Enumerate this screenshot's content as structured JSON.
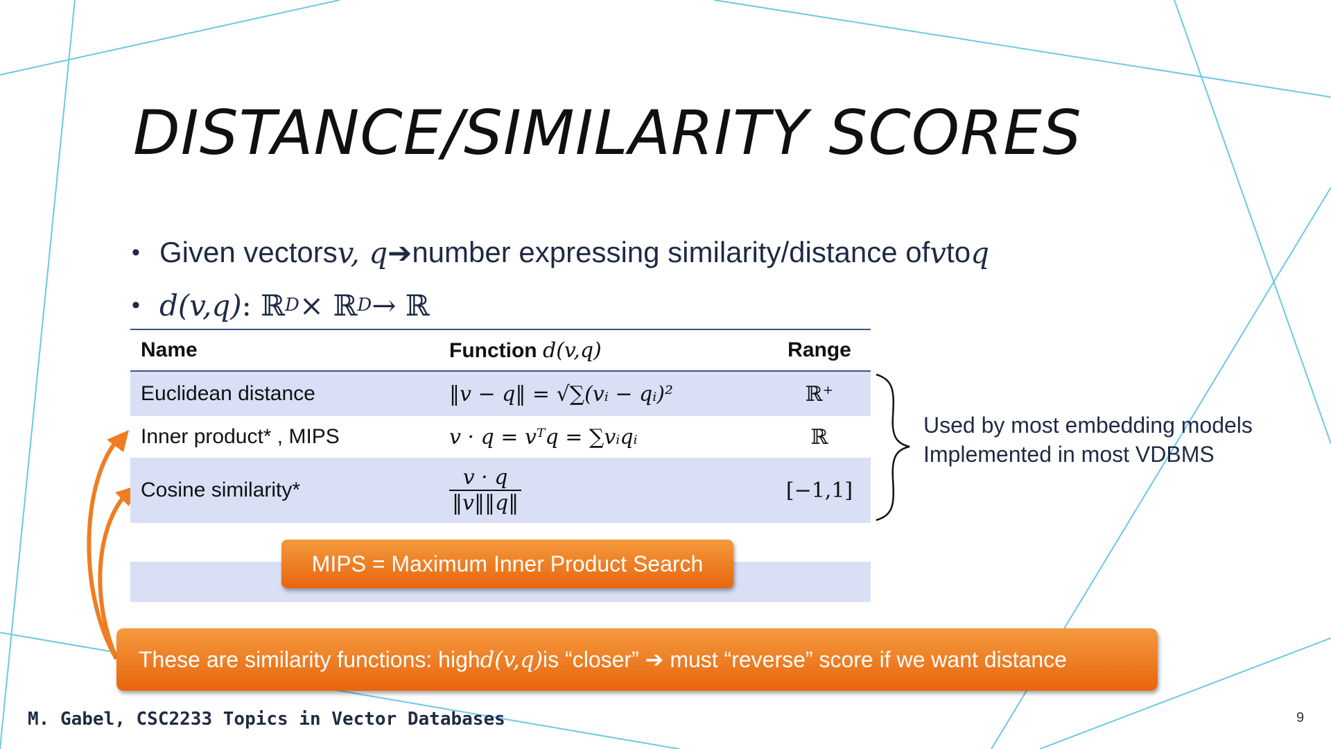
{
  "slide": {
    "title": "DISTANCE/SIMILARITY SCORES",
    "bullet1": {
      "pre": "Given vectors ",
      "vars1": "v, q",
      "arrow": " ➔ ",
      "mid": "number expressing similarity/distance of ",
      "v": "v",
      "to": " to ",
      "q": "q"
    },
    "bullet2": {
      "func": "d(v,q)",
      "sig": " : ℝ",
      "sup1": "D",
      "times": " × ℝ",
      "sup2": "D",
      "rest": " → ℝ"
    }
  },
  "table": {
    "headers": {
      "name": "Name",
      "function": "Function",
      "function_math": "d(v,q)",
      "range": "Range"
    },
    "rows": [
      {
        "name": "Euclidean distance",
        "function": "‖v − q‖ = √∑(vᵢ − qᵢ)²",
        "range": "ℝ⁺"
      },
      {
        "name": "Inner product* , MIPS",
        "function": "v · q = vᵀq = ∑vᵢqᵢ",
        "range": "ℝ"
      },
      {
        "name": "Cosine similarity*",
        "function_num": "v · q",
        "function_den": "‖v‖‖q‖",
        "range": "[−1,1]"
      }
    ]
  },
  "brace_note": {
    "line1": "Used by most embedding models",
    "line2": "Implemented in most VDBMS"
  },
  "callouts": {
    "mips": "MIPS = Maximum Inner Product Search",
    "similarity": {
      "pre": "These are similarity functions: high ",
      "math": "d(v,q)",
      "post": " is “closer” ➔ must “reverse” score if we want  distance"
    }
  },
  "footer": {
    "author": "M. Gabel, CSC2233 Topics in Vector Databases",
    "page": "9"
  },
  "colors": {
    "accent_orange": "#ee7a22",
    "table_shade": "#d9dff5",
    "rule_blue": "#3a4f8f",
    "deco_line": "#5fc3e4"
  }
}
